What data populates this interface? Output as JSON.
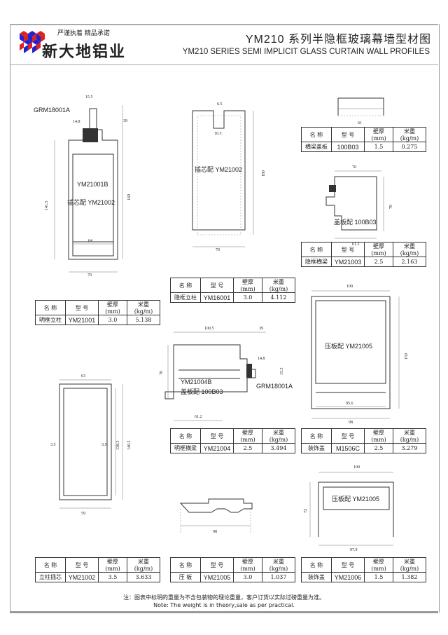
{
  "header": {
    "slogan": "严谨执着 精品承诺",
    "brand": "新大地铝业",
    "title": "YM210 系列半隐框玻璃幕墙型材图",
    "subtitle": "YM210   SERIES SEMI IMPLICIT GLASS CURTAIN WALL PROFILES"
  },
  "table_headers": [
    "名 称",
    "型 号",
    "壁厚(mm)",
    "米重(kg/m)"
  ],
  "profiles": [
    {
      "name": "明框立柱",
      "model": "YM21001",
      "thickness": "3.0",
      "weight": "5.138"
    },
    {
      "name": "隐框立柱",
      "model": "YM16001",
      "thickness": "3.0",
      "weight": "4.112"
    },
    {
      "name": "横梁盖板",
      "model": "100B03",
      "thickness": "1.5",
      "weight": "0.275"
    },
    {
      "name": "隐框横梁",
      "model": "YM21003",
      "thickness": "2.5",
      "weight": "2.163"
    },
    {
      "name": "明框横梁",
      "model": "YM21004",
      "thickness": "2.5",
      "weight": "3.494"
    },
    {
      "name": "装饰盖",
      "model": "M1506C",
      "thickness": "2.5",
      "weight": "3.279"
    },
    {
      "name": "立柱插芯",
      "model": "YM21002",
      "thickness": "3.5",
      "weight": "3.633"
    },
    {
      "name": "压 板",
      "model": "YM21005",
      "thickness": "3.0",
      "weight": "1.037"
    },
    {
      "name": "装饰盖",
      "model": "YM21006",
      "thickness": "1.5",
      "weight": "1.382"
    }
  ],
  "drawings": {
    "d1": {
      "part": "GRM18001A",
      "w_top": "15.5",
      "w_small": "14.8",
      "h_top": "39",
      "label1": "YM21001B",
      "label2": "插芯配 YM21002",
      "h_left": "141.5",
      "h_right": "169",
      "w_inner": "64",
      "w": "70"
    },
    "d2": {
      "w_top": "6.5",
      "w_slot": "10.5",
      "label": "插芯配 YM21002",
      "h": "180",
      "w": "70"
    },
    "d3": {
      "w": "61"
    },
    "d4": {
      "w": "70",
      "h": "70",
      "label": "盖板配 100B03",
      "w_bottom": "61.2"
    },
    "d5": {
      "w": "100",
      "label": "压板配 YM21005",
      "h": "150",
      "w_inner": "95.6",
      "w_bottom": "98"
    },
    "d6": {
      "w1": "100.5",
      "w2": "39",
      "h": "70",
      "label1": "YM21004B",
      "label2": "盖板配 100B03",
      "w_small": "14.8",
      "h_small": "15.5",
      "part": "GRM18001A",
      "w_bottom": "61.2"
    },
    "d7": {
      "w_top": "63",
      "t_left": "3.5",
      "t_right": "3.5",
      "h_inner": "138.5",
      "h": "140.5",
      "w_bottom": "59"
    },
    "d8": {
      "w": "98"
    },
    "d9": {
      "w": "100",
      "h": "72",
      "label": "压板配 YM21005",
      "w_bottom": "97.9"
    }
  },
  "note": {
    "cn": "注：图表中标明的重量为不含包装物的理论重量，客户订货以实际过磅重量为准。",
    "en": "Note: The weight is in theory,sale as per practical."
  }
}
